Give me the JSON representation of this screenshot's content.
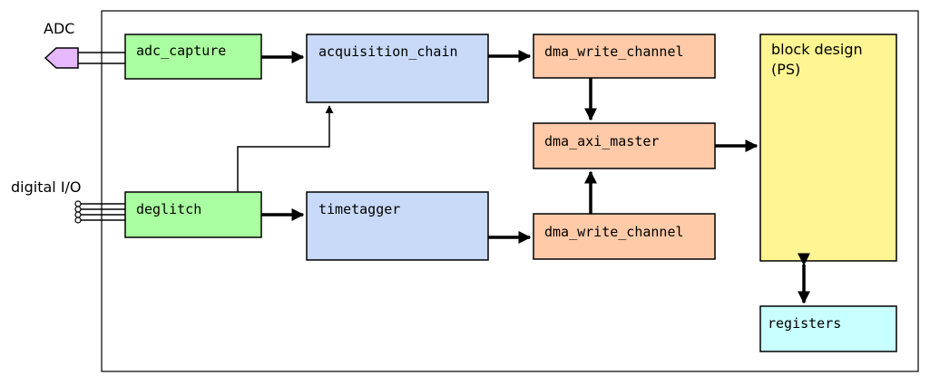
{
  "external": {
    "adc_label": "ADC",
    "digital_io_label": "digital I/O"
  },
  "blocks": {
    "adc_capture": {
      "label": "adc_capture",
      "color": "#aaffa0"
    },
    "deglitch": {
      "label": "deglitch",
      "color": "#aaffa0"
    },
    "acquisition_chain": {
      "label": "acquisition_chain",
      "color": "#c8daf8"
    },
    "timetagger": {
      "label": "timetagger",
      "color": "#c8daf8"
    },
    "dma_write_channel_top": {
      "label": "dma_write_channel",
      "color": "#ffcaa8"
    },
    "dma_axi_master": {
      "label": "dma_axi_master",
      "color": "#ffcaa8"
    },
    "dma_write_channel_bottom": {
      "label": "dma_write_channel",
      "color": "#ffcaa8"
    },
    "block_design": {
      "label_line1": "block design",
      "label_line2": "(PS)",
      "color": "#fff593"
    },
    "registers": {
      "label": "registers",
      "color": "#c8ffff"
    }
  },
  "connector_colors": {
    "adc_connector": "#e6b8ff"
  }
}
